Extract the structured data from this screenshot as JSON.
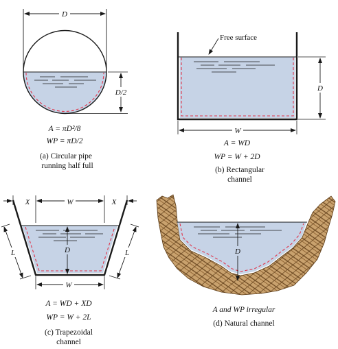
{
  "colors": {
    "water": "#c6d3e6",
    "wetted_perimeter": "#e0344a",
    "line": "#1a1a1a",
    "soil": "#c9a26e",
    "soil_dark": "#7a5226"
  },
  "circular": {
    "dim_d": "D",
    "dim_half": "D/2",
    "eq_area": "A = πD²/8",
    "eq_wp": "WP = πD/2",
    "caption_1": "(a) Circular pipe",
    "caption_2": "running half full"
  },
  "rectangular": {
    "free_surface": "Free surface",
    "dim_d": "D",
    "dim_w": "W",
    "eq_area": "A = WD",
    "eq_wp": "WP = W + 2D",
    "caption_1": "(b) Rectangular",
    "caption_2": "channel"
  },
  "trapezoidal": {
    "dim_x_left": "X",
    "dim_w_top": "W",
    "dim_x_right": "X",
    "dim_l_left": "L",
    "dim_l_right": "L",
    "dim_d": "D",
    "dim_w_bottom": "W",
    "eq_area": "A = WD + XD",
    "eq_wp": "WP = W + 2L",
    "caption_1": "(c) Trapezoidal",
    "caption_2": "channel"
  },
  "natural": {
    "dim_d": "D",
    "eq_note": "A and WP irregular",
    "caption_1": "(d) Natural channel"
  }
}
